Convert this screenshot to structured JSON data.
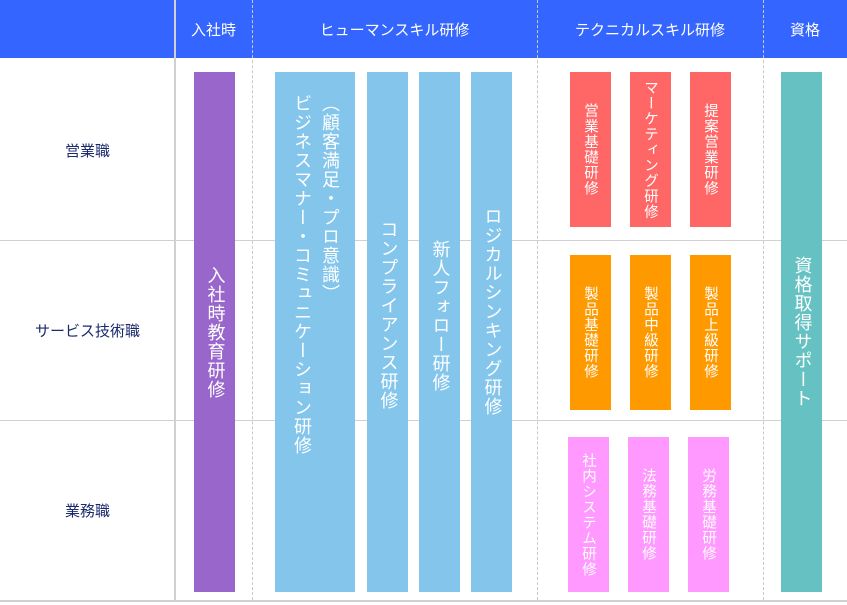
{
  "header": {
    "columns": [
      "入社時",
      "ヒューマンスキル研修",
      "テクニカルスキル研修",
      "資格"
    ]
  },
  "rows": [
    "営業職",
    "サービス技術職",
    "業務職"
  ],
  "colors": {
    "header": "#3465fe",
    "orientation": "#9966cc",
    "human": "#84c5ec",
    "tech_sales": "#ff6666",
    "tech_service": "#ff9900",
    "tech_office": "#ff99ff",
    "qualification": "#66c2c2"
  },
  "orientation": {
    "label": "入社時教育研修"
  },
  "human_skills": [
    {
      "label": "ビジネスマナー・コミュニケーション研修",
      "sub": "（顧客満足・プロ意識）"
    },
    {
      "label": "コンプライアンス研修"
    },
    {
      "label": "新人フォロー研修"
    },
    {
      "label": "ロジカルシンキング研修"
    }
  ],
  "technical_skills": {
    "sales": [
      "営業基礎研修",
      "マーケティング研修",
      "提案営業研修"
    ],
    "service": [
      "製品基礎研修",
      "製品中級研修",
      "製品上級研修"
    ],
    "office": [
      "社内システム研修",
      "法務基礎研修",
      "労務基礎研修"
    ]
  },
  "qualification": {
    "label": "資格取得サポート"
  }
}
